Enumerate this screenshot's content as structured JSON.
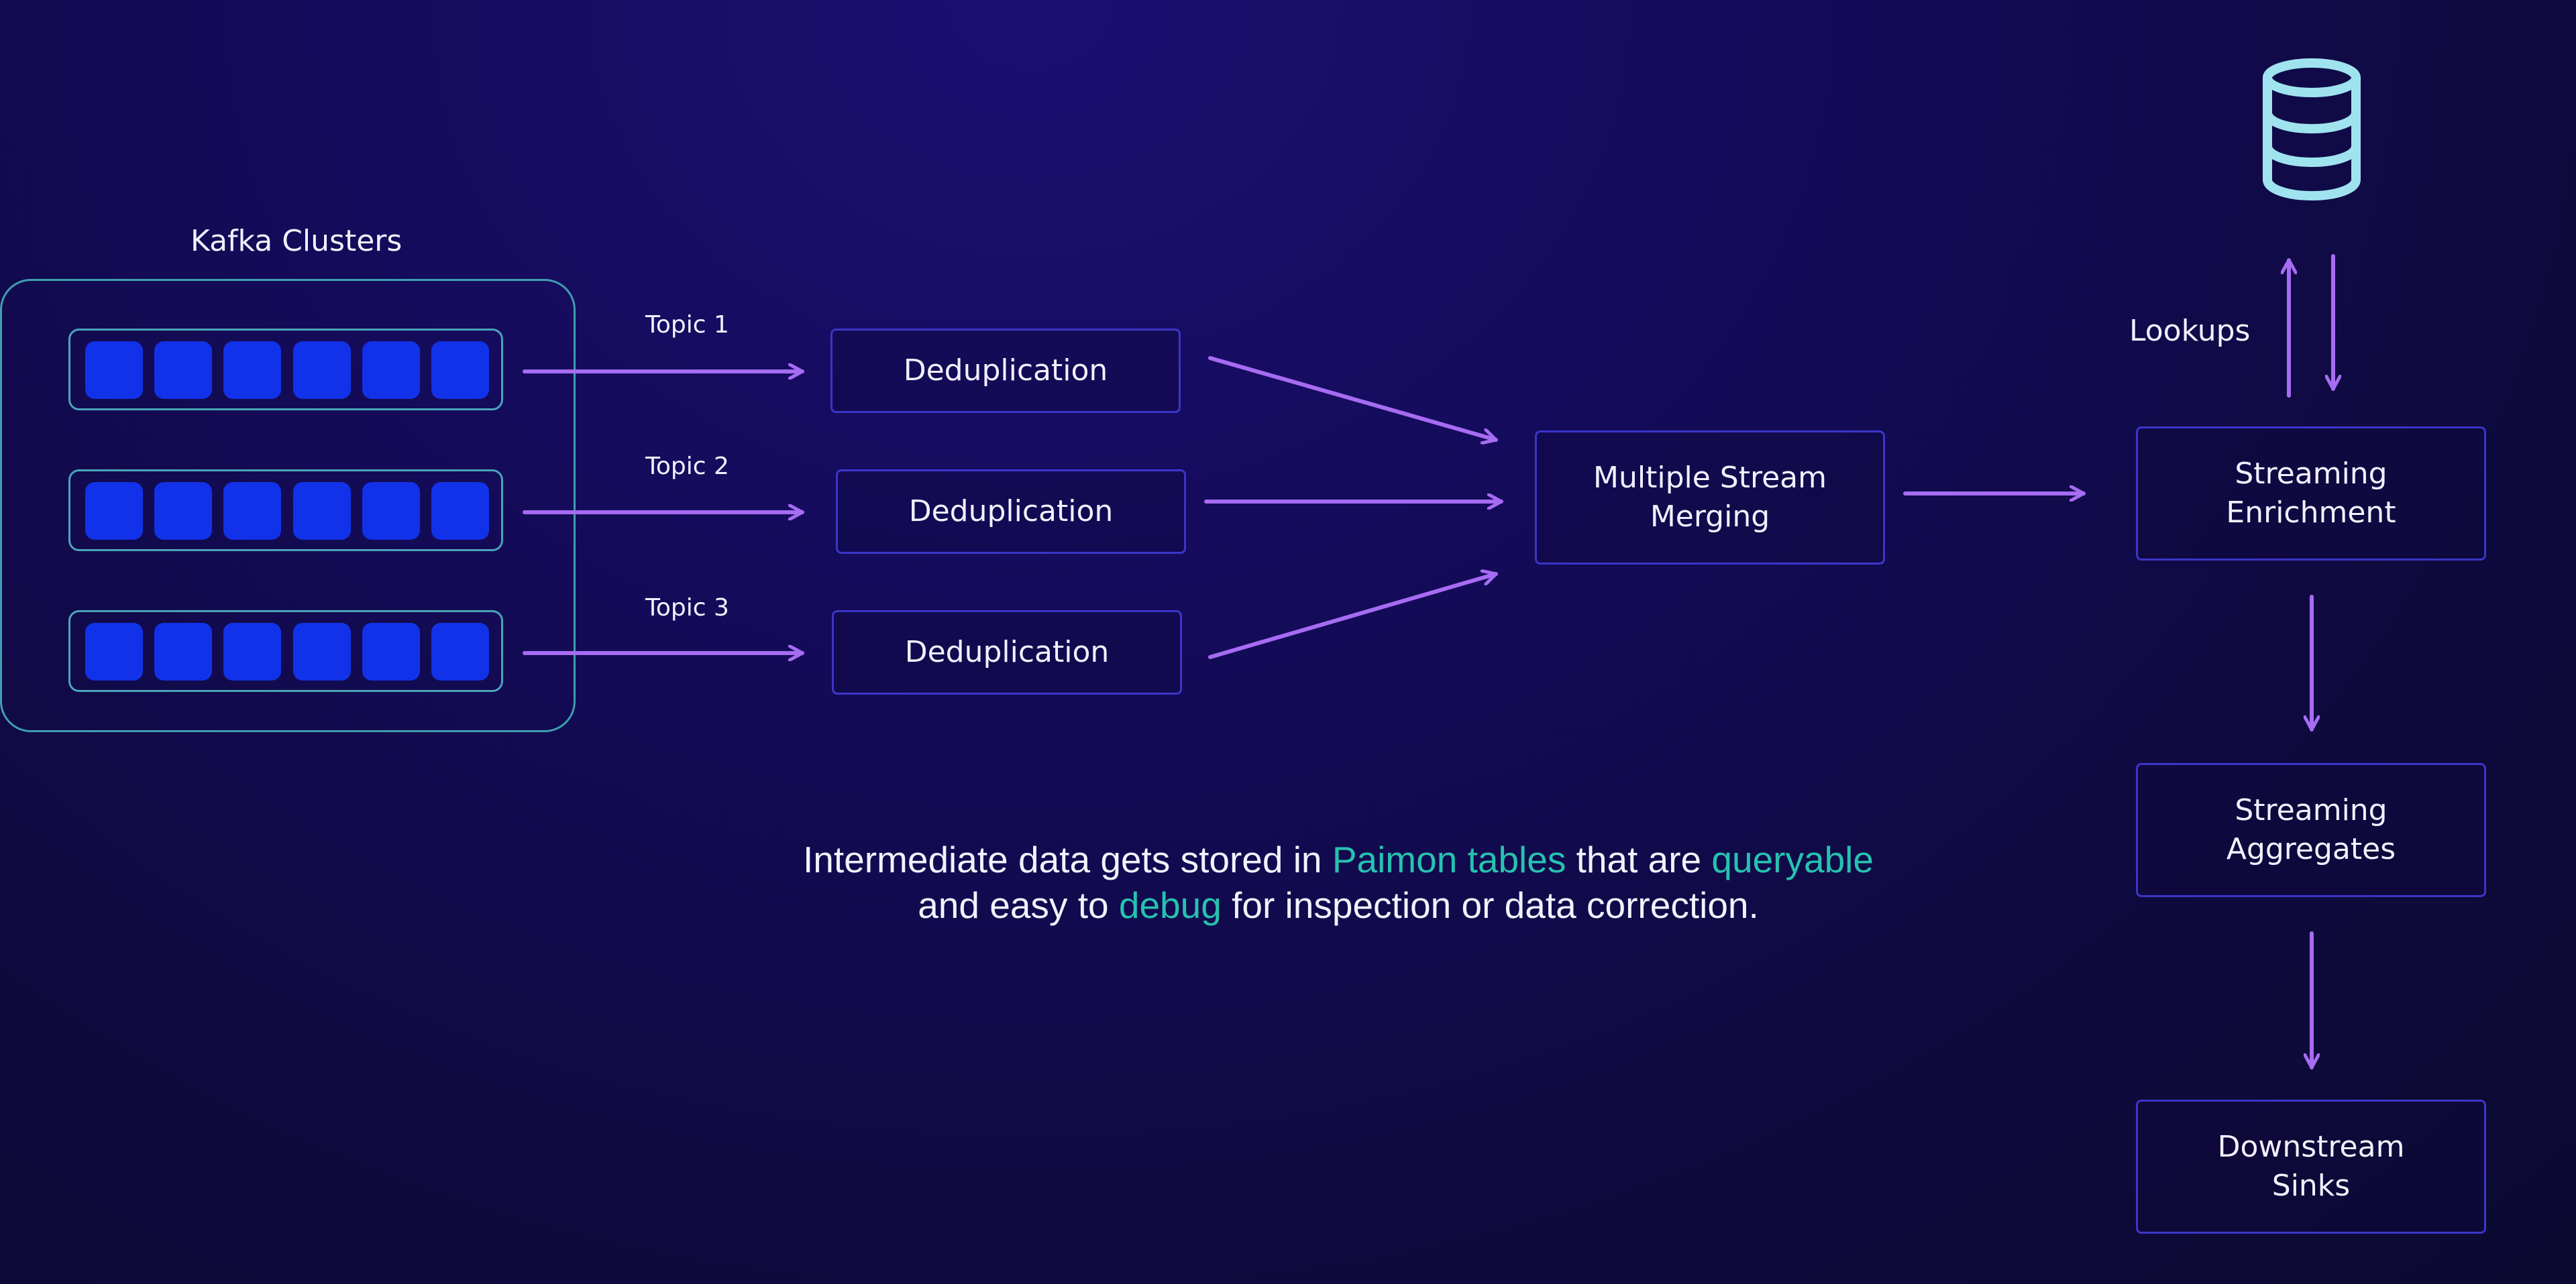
{
  "kafka": {
    "title": "Kafka Clusters",
    "topics": [
      "Topic 1",
      "Topic 2",
      "Topic 3"
    ]
  },
  "dedup": [
    "Deduplication",
    "Deduplication",
    "Deduplication"
  ],
  "merge": {
    "line1": "Multiple Stream",
    "line2": "Merging"
  },
  "enrichment": {
    "line1": "Streaming",
    "line2": "Enrichment"
  },
  "aggregates": {
    "line1": "Streaming",
    "line2": "Aggregates"
  },
  "sinks": {
    "line1": "Downstream",
    "line2": "Sinks"
  },
  "lookups": "Lookups",
  "caption": {
    "p1": "Intermediate data gets stored in ",
    "h1": "Paimon tables",
    "p2": " that are ",
    "h2": "queryable",
    "p3": "and easy to ",
    "h3": "debug",
    "p4": " for inspection or data correction."
  },
  "colors": {
    "arrow": "#a66cf2",
    "highlight": "#27c2b0",
    "partition_cell": "#1132e8",
    "database_icon": "#9fe3ee"
  },
  "icons": [
    "database-icon"
  ]
}
